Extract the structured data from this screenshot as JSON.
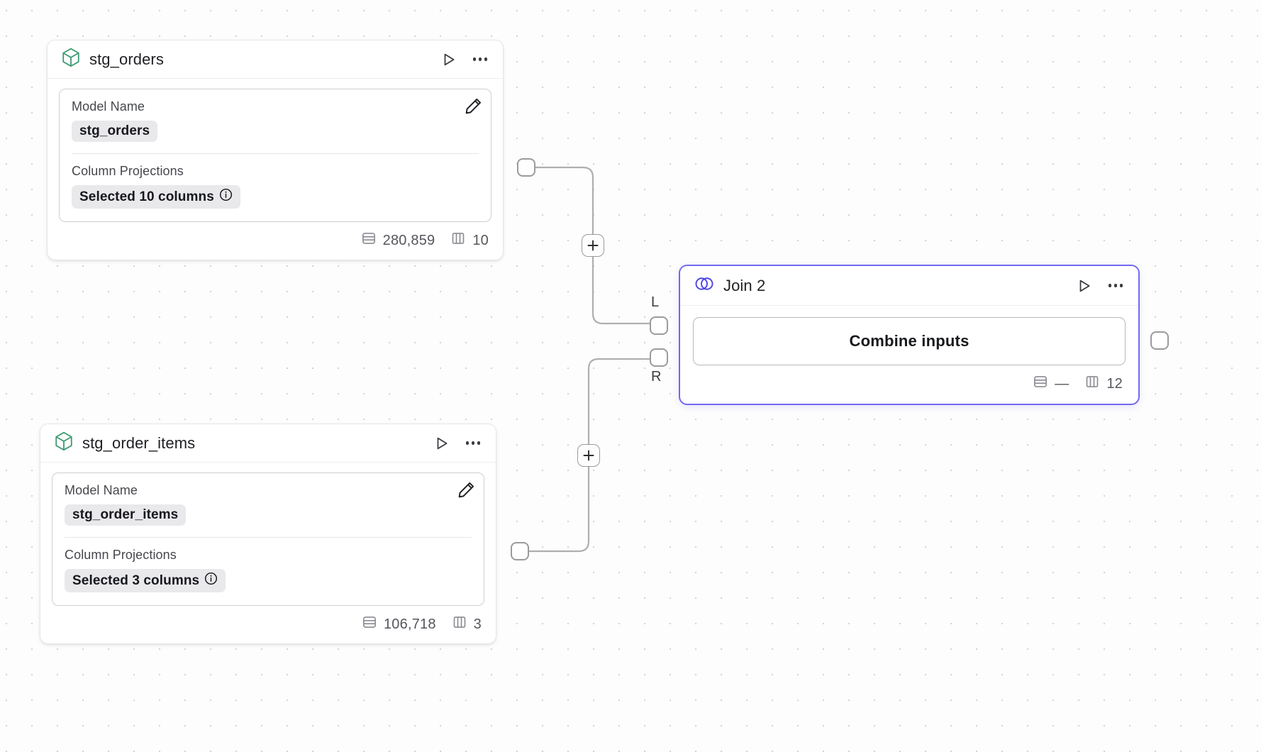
{
  "canvas": {
    "background_color": "#fdfdfd",
    "grid_dot_color": "#d4d4d8",
    "accent_color": "#7168f0",
    "model_icon_color": "#3f9c74"
  },
  "nodes": [
    {
      "id": "stg_orders",
      "title": "stg_orders",
      "icon": "cube-icon",
      "selected": false,
      "run_label": "Run",
      "more_label": "More options",
      "panel": {
        "model_name_label": "Model Name",
        "model_name_value": "stg_orders",
        "column_projections_label": "Column Projections",
        "column_projections_value": "Selected 10 columns",
        "edit_label": "Edit"
      },
      "footer": {
        "rows_icon": "rows-icon",
        "rows_value": "280,859",
        "columns_icon": "columns-icon",
        "columns_value": "10"
      }
    },
    {
      "id": "stg_order_items",
      "title": "stg_order_items",
      "icon": "cube-icon",
      "selected": false,
      "run_label": "Run",
      "more_label": "More options",
      "panel": {
        "model_name_label": "Model Name",
        "model_name_value": "stg_order_items",
        "column_projections_label": "Column Projections",
        "column_projections_value": "Selected 3 columns",
        "edit_label": "Edit"
      },
      "footer": {
        "rows_icon": "rows-icon",
        "rows_value": "106,718",
        "columns_icon": "columns-icon",
        "columns_value": "3"
      }
    },
    {
      "id": "join_2",
      "title": "Join 2",
      "icon": "venn-icon",
      "selected": true,
      "run_label": "Run",
      "more_label": "More options",
      "action_button_label": "Combine inputs",
      "input_ports": [
        {
          "label": "L",
          "name": "left"
        },
        {
          "label": "R",
          "name": "right"
        }
      ],
      "footer": {
        "rows_icon": "rows-icon",
        "rows_value": "—",
        "columns_icon": "columns-icon",
        "columns_value": "12"
      }
    }
  ],
  "edges": [
    {
      "from": "stg_orders",
      "to": "join_2.L",
      "add_button_label": "+"
    },
    {
      "from": "stg_order_items",
      "to": "join_2.R",
      "add_button_label": "+"
    }
  ]
}
